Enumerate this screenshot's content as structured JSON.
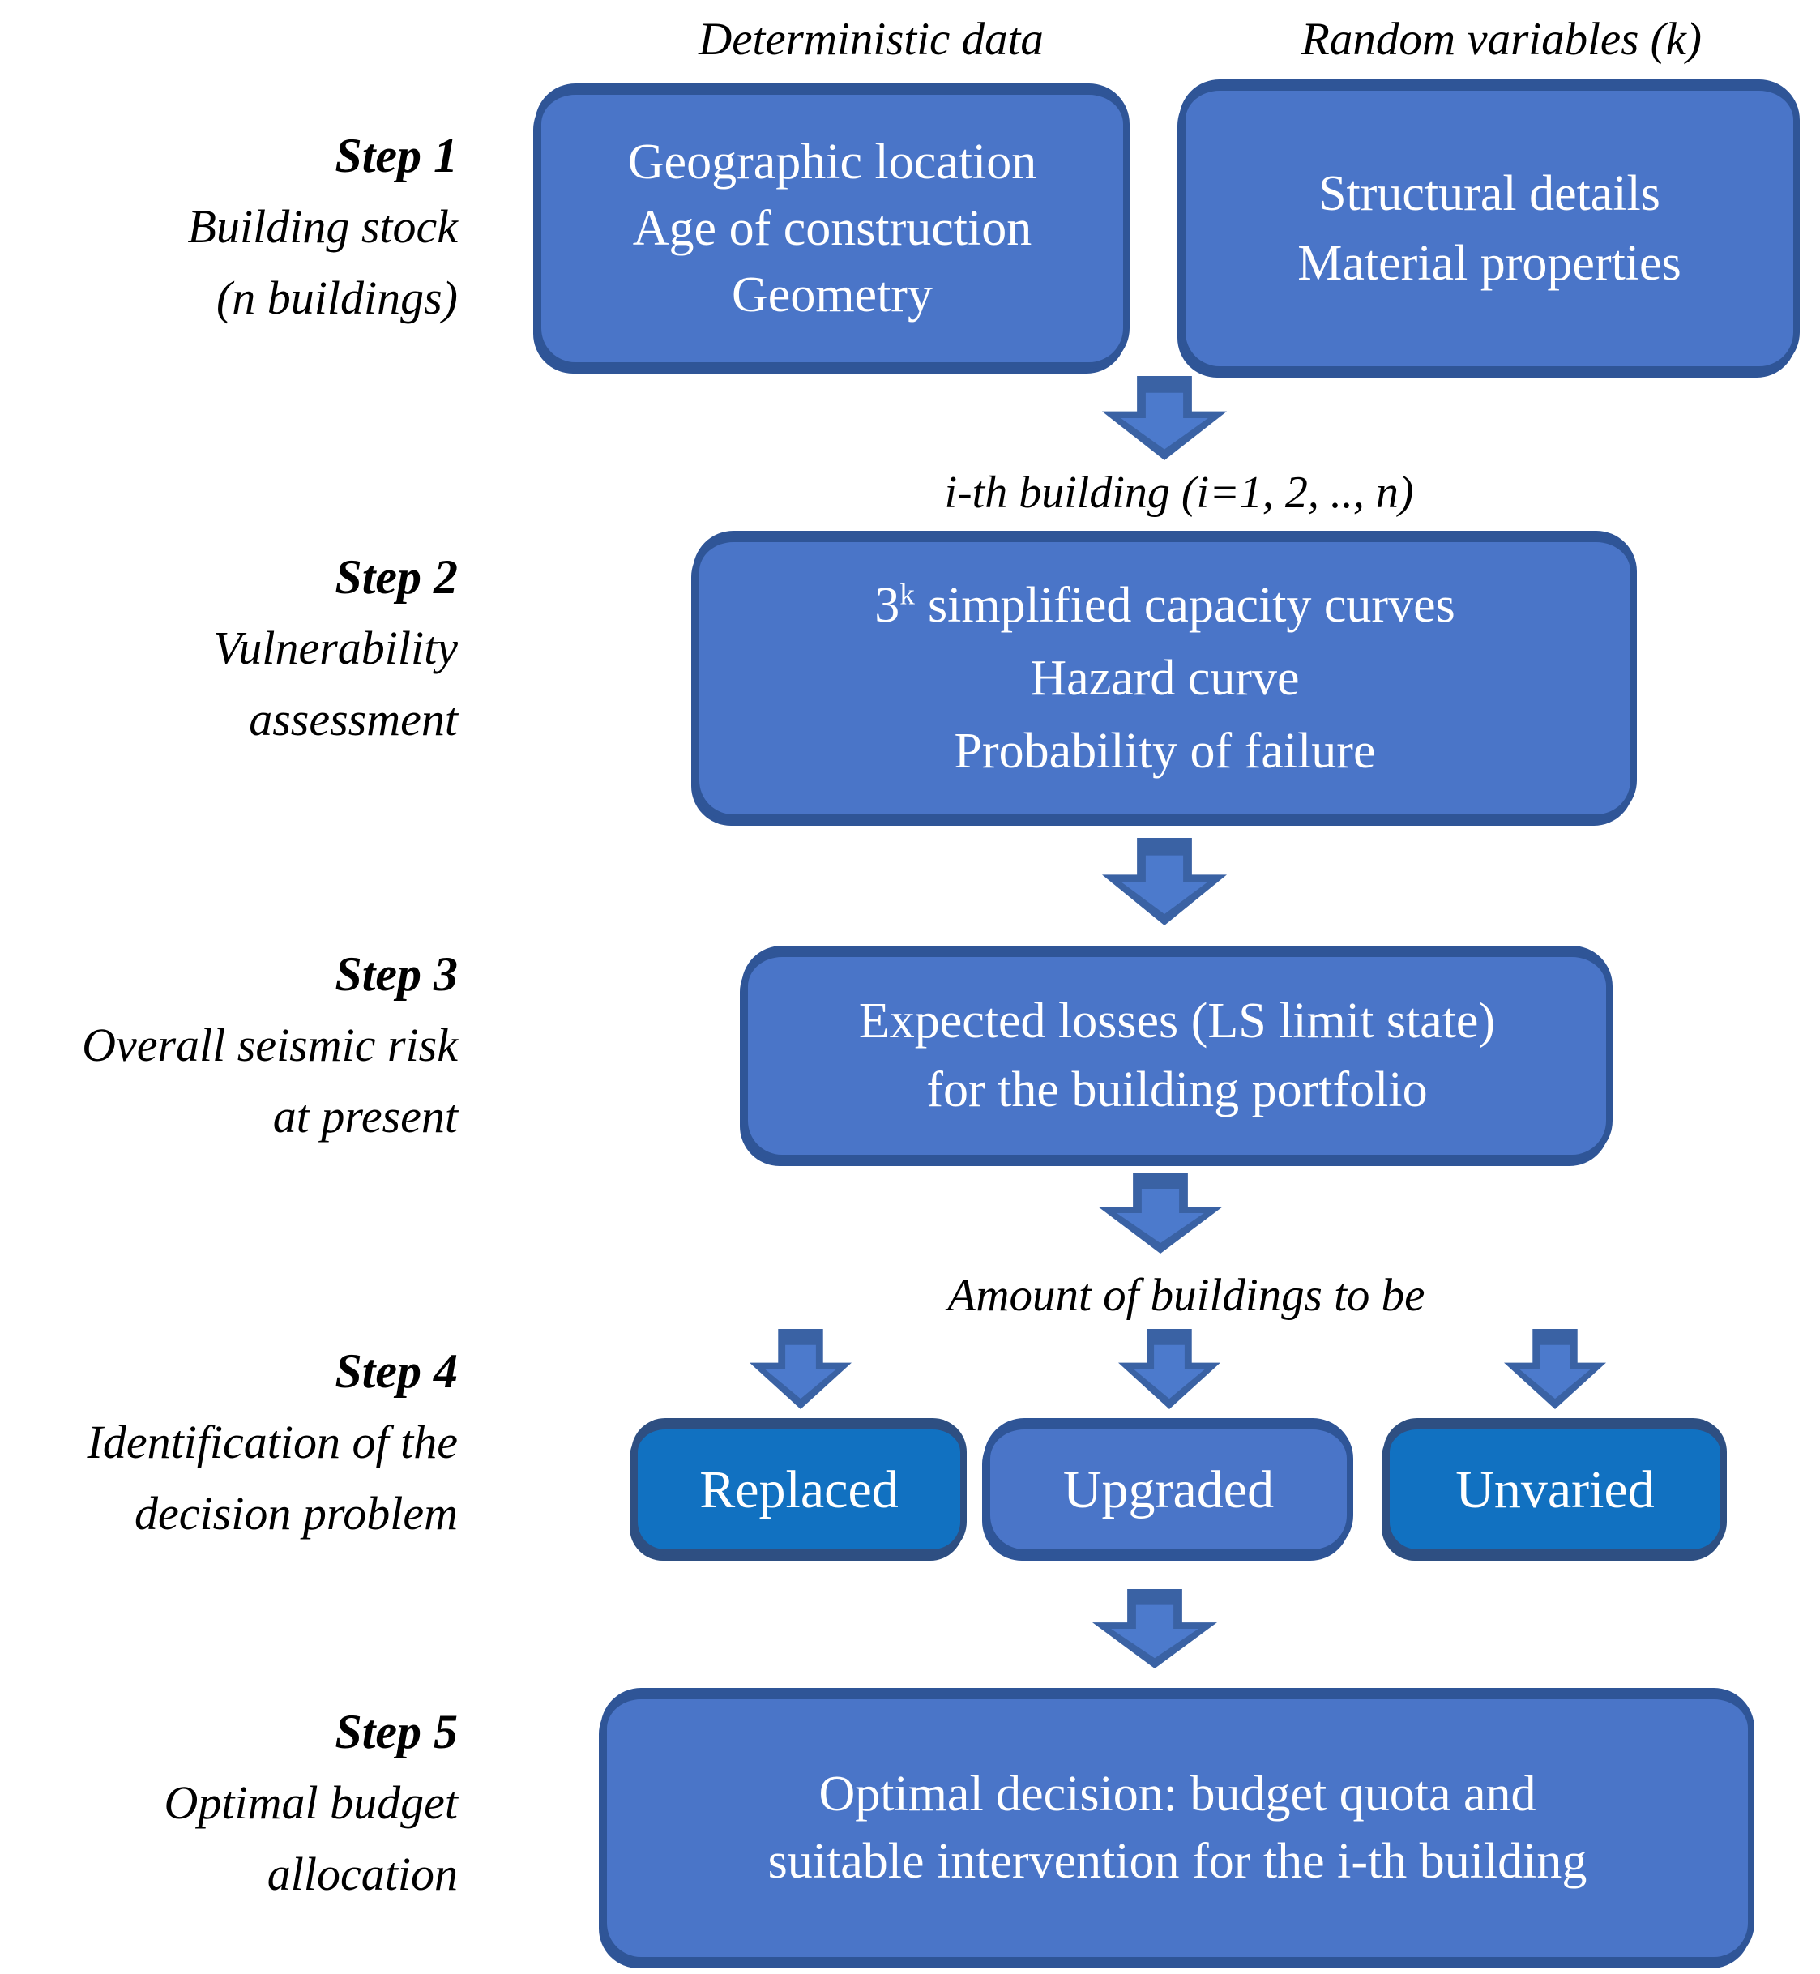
{
  "figure": {
    "header": {
      "deterministic": "Deterministic data",
      "random": "Random variables (k)"
    },
    "step_labels": [
      {
        "title": "Step 1",
        "line1": "Building stock",
        "line2": "(n buildings)"
      },
      {
        "title": "Step 2",
        "line1": "Vulnerability",
        "line2": "assessment"
      },
      {
        "title": "Step 3",
        "line1": "Overall seismic risk",
        "line2": "at present"
      },
      {
        "title": "Step 4",
        "line1": "Identification of the",
        "line2": "decision problem"
      },
      {
        "title": "Step 5",
        "line1": "Optimal budget",
        "line2": "allocation"
      }
    ],
    "boxes": {
      "deterministic_data": {
        "line1": "Geographic location",
        "line2": "Age of construction",
        "line3": "Geometry"
      },
      "random_variables": {
        "line1": "Structural details",
        "line2": "Material properties"
      },
      "vulnerability": {
        "line1_base": "3",
        "line1_sup": "k",
        "line1_rest": "simplified capacity curves",
        "line2": "Hazard curve",
        "line3": "Probability of failure"
      },
      "seismic_risk": {
        "line1": "Expected losses (LS limit state)",
        "line2": "for the building portfolio"
      },
      "decision_options": [
        "Replaced",
        "Upgraded",
        "Unvaried"
      ],
      "optimal_decision": {
        "line1": "Optimal decision: budget quota and",
        "line2": "suitable intervention for the i-th building"
      }
    },
    "annotations": {
      "ith_building": "i-th building (i=1, 2, .., n)",
      "amount_of_buildings": "Amount of buildings to be"
    }
  },
  "colors": {
    "box_fill": "#4A75C8",
    "box_border": "#2F5597",
    "bright_fill": "#1171C1",
    "bright_border": "#2E4F82",
    "arrow_dark": "#3A62A4",
    "arrow_light": "#4C7ACC",
    "box_text": "#FFFFFF",
    "label_text": "#000000"
  }
}
